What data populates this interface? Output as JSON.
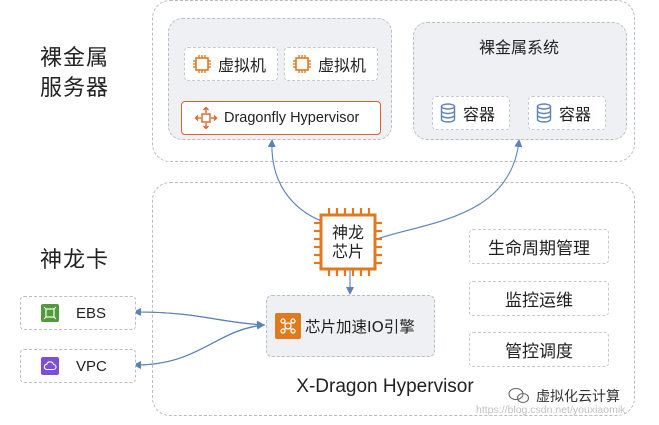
{
  "left_labels": {
    "bare_metal_server_line1": "裸金属",
    "bare_metal_server_line2": "服务器",
    "shenlong_card": "神龙卡"
  },
  "top_region": {
    "vm_cards": [
      {
        "label": "虚拟机",
        "icon": "cpu-icon"
      },
      {
        "label": "虚拟机",
        "icon": "cpu-icon"
      }
    ],
    "hypervisor": {
      "label": "Dragonfly Hypervisor",
      "icon": "arrows-icon"
    },
    "bare_metal_system": {
      "title": "裸金属系统",
      "containers": [
        {
          "label": "容器",
          "icon": "database-icon"
        },
        {
          "label": "容器",
          "icon": "database-icon"
        }
      ]
    }
  },
  "bottom_region": {
    "chip": {
      "line1": "神龙",
      "line2": "芯片"
    },
    "io_engine": {
      "label": "芯片加速IO引擎",
      "icon": "io-engine-icon"
    },
    "side_functions": [
      "生命周期管理",
      "监控运维",
      "管控调度"
    ],
    "title": "X-Dragon Hypervisor"
  },
  "external": {
    "ebs": {
      "label": "EBS",
      "icon": "storage-icon",
      "color": "#4f9a3a"
    },
    "vpc": {
      "label": "VPC",
      "icon": "cloud-icon",
      "color": "#7b4fd6"
    }
  },
  "watermark": {
    "brand": "虚拟化云计算",
    "url": "https://blog.csdn.net/youxiaomik"
  },
  "colors": {
    "hypervisor_orange": "#d9622b",
    "connector_blue": "#5a82b6",
    "chip_orange": "#e07a1f"
  }
}
